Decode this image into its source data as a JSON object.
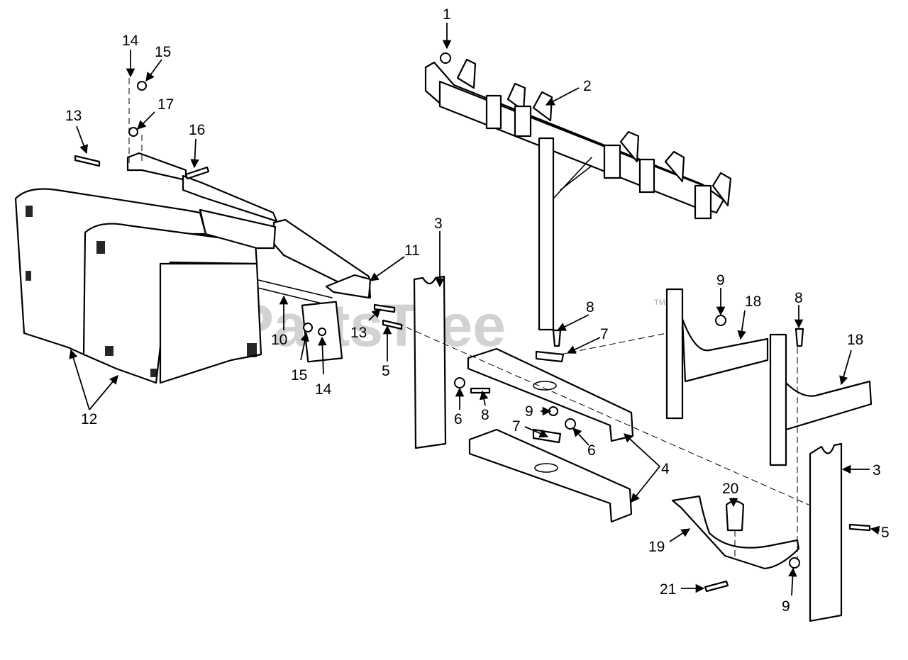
{
  "watermark": {
    "text": "PartsTree",
    "trademark": "TM"
  },
  "callouts": {
    "c1": "1",
    "c2": "2",
    "c3a": "3",
    "c3b": "3",
    "c4": "4",
    "c5a": "5",
    "c5b": "5",
    "c6a": "6",
    "c6b": "6",
    "c7a": "7",
    "c7b": "7",
    "c8a": "8",
    "c8b": "8",
    "c8c": "8",
    "c9a": "9",
    "c9b": "9",
    "c9c": "9",
    "c10": "10",
    "c11": "11",
    "c12": "12",
    "c13a": "13",
    "c13b": "13",
    "c14a": "14",
    "c14b": "14",
    "c15a": "15",
    "c15b": "15",
    "c16": "16",
    "c17": "17",
    "c18a": "18",
    "c18b": "18",
    "c19": "19",
    "c20": "20",
    "c21": "21"
  }
}
